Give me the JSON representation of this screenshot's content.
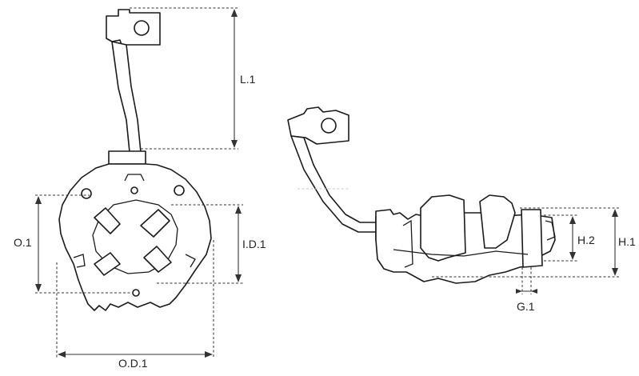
{
  "labels": {
    "l1": "L.1",
    "o1": "O.1",
    "id1": "I.D.1",
    "od1": "O.D.1",
    "h1": "H.1",
    "h2": "H.2",
    "g1": "G.1"
  },
  "colors": {
    "line": "#1a1a1a",
    "dimension": "#333333",
    "background": "#ffffff"
  }
}
